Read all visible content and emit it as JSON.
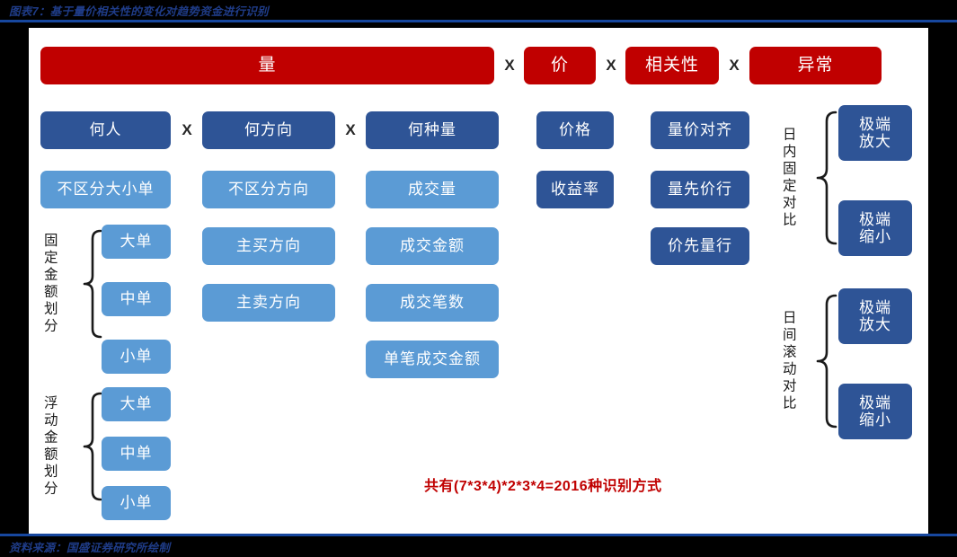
{
  "header": {
    "title": "图表7：基于量价相关性的变化对趋势资金进行识别"
  },
  "footer": {
    "source": "资料来源：国盛证券研究所绘制"
  },
  "colors": {
    "red": "#C00000",
    "navy": "#2E5496",
    "light_blue": "#5B9BD5",
    "rule_blue": "#17479E",
    "title_text": "#1F3C88"
  },
  "diagram": {
    "top_row": {
      "boxes": [
        {
          "label": "量"
        },
        {
          "label": "价"
        },
        {
          "label": "相关性"
        },
        {
          "label": "异常"
        }
      ],
      "operators": [
        "X",
        "X",
        "X"
      ]
    },
    "second_row": {
      "boxes": [
        {
          "label": "何人"
        },
        {
          "label": "何方向"
        },
        {
          "label": "何种量"
        },
        {
          "label": "价格"
        },
        {
          "label": "量价对齐"
        }
      ],
      "operators": [
        "X",
        "X"
      ]
    },
    "col_who": {
      "head": "不区分大小单",
      "groups": [
        {
          "label": "固定金额划分",
          "items": [
            "大单",
            "中单",
            "小单"
          ]
        },
        {
          "label": "浮动金额划分",
          "items": [
            "大单",
            "中单",
            "小单"
          ]
        }
      ]
    },
    "col_direction": {
      "items": [
        "不区分方向",
        "主买方向",
        "主卖方向"
      ]
    },
    "col_volume_type": {
      "items": [
        "成交量",
        "成交金额",
        "成交笔数",
        "单笔成交金额"
      ]
    },
    "col_price": {
      "items": [
        "收益率"
      ]
    },
    "col_correlation": {
      "items": [
        "量先价行",
        "价先量行"
      ]
    },
    "col_anomaly": {
      "groups": [
        {
          "label": "日内固定对比",
          "items": [
            "极端\n放大",
            "极端\n缩小"
          ]
        },
        {
          "label": "日间滚动对比",
          "items": [
            "极端\n放大",
            "极端\n缩小"
          ]
        }
      ]
    },
    "formula": "共有(7*3*4)*2*3*4=2016种识别方式"
  }
}
